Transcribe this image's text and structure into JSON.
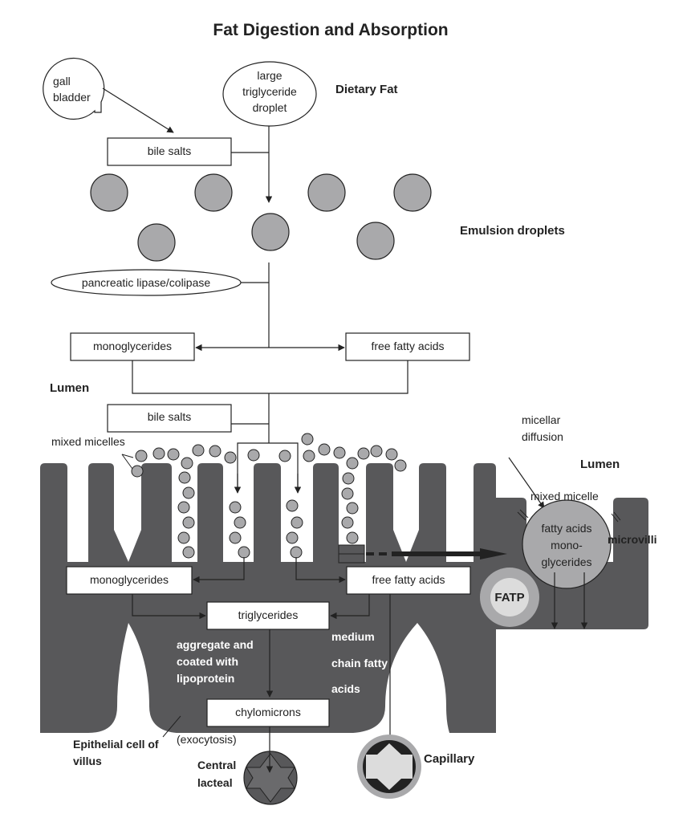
{
  "title": "Fat Digestion and Absorption",
  "labels": {
    "gall_bladder": [
      "gall",
      "bladder"
    ],
    "large_droplet": [
      "large",
      "triglyceride",
      "droplet"
    ],
    "dietary_fat": "Dietary Fat",
    "bile_salts_top": "bile salts",
    "emulsion_droplets": "Emulsion droplets",
    "pancreatic_lipase": "pancreatic lipase/colipase",
    "monoglycerides_top": "monoglycerides",
    "free_fatty_acids_top": "free fatty acids",
    "lumen_left": "Lumen",
    "bile_salts_mid": "bile salts",
    "mixed_micelles": "mixed micelles",
    "micellar_diffusion": [
      "micellar",
      "diffusion"
    ],
    "lumen_right": "Lumen",
    "mixed_micelle": "mixed micelle",
    "micelle_contents": [
      "fatty acids",
      "mono-",
      "glycerides"
    ],
    "microvilli": "microvilli",
    "fatp": "FATP",
    "monoglycerides_cell": "monoglycerides",
    "free_fatty_acids_cell": "free fatty acids",
    "triglycerides": "triglycerides",
    "aggregate": [
      "aggregate and",
      "coated with",
      "lipoprotein"
    ],
    "medium_chain": [
      "medium",
      "chain fatty",
      "acids"
    ],
    "chylomicrons": "chylomicrons",
    "exocytosis": "(exocytosis)",
    "epithelial": [
      "Epithelial cell of",
      "villus"
    ],
    "central_lacteal": [
      "Central",
      "lacteal"
    ],
    "capillary": "Capillary"
  },
  "colors": {
    "tissue": "#58585a",
    "droplet": "#a9a9ab",
    "line": "#222222",
    "fatp_outer": "#a9a9ab",
    "fatp_inner": "#dcdcdc",
    "capillary_inner": "#dcdcdc"
  }
}
